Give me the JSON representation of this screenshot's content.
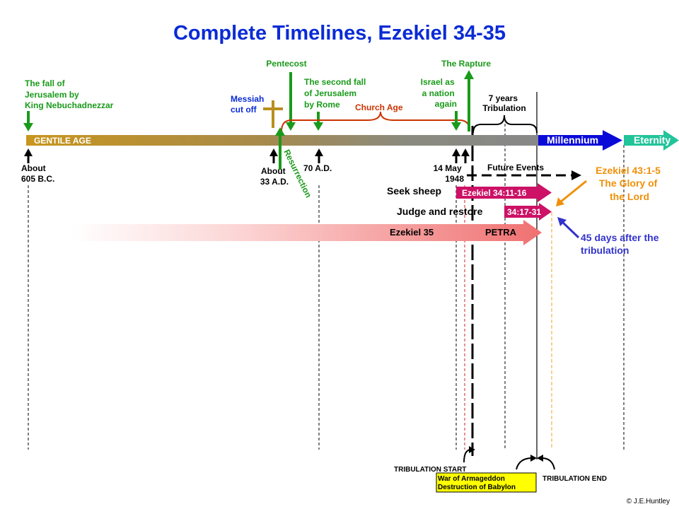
{
  "title": "Complete Timelines, Ezekiel 34-35",
  "colors": {
    "title": "#0a2bd6",
    "green": "#1a9a1a",
    "gentile": "#c8961e",
    "gray": "#888888",
    "church": "#cc3300",
    "millennium": "#0a0ad8",
    "eternity": "#22c49a",
    "magenta": "#cc1166",
    "pink": "#f07878",
    "orange": "#f0900a",
    "blue_note": "#3333cc",
    "yellow_box": "#ffff00"
  },
  "labels": {
    "fall_jerusalem": [
      "The fall of",
      "Jerusalem by",
      "King Nebuchadnezzar"
    ],
    "messiah": [
      "Messiah",
      "cut off"
    ],
    "pentecost": "Pentecost",
    "second_fall": [
      "The second fall",
      "of Jerusalem",
      "by Rome"
    ],
    "church_age": "Church Age",
    "israel": [
      "Israel as",
      "a nation",
      "again"
    ],
    "rapture": "The Rapture",
    "tribulation": [
      "7 years",
      "Tribulation"
    ],
    "gentile_age": "GENTILE AGE",
    "millennium": "Millennium",
    "eternity": "Eternity",
    "about_605": [
      "About",
      "605 B.C."
    ],
    "about_33": [
      "About",
      "33 A.D."
    ],
    "resurrection": "Resurrection",
    "ad70": "70 A.D.",
    "may1948": [
      "14 May",
      "1948"
    ],
    "future_events": "Future Events",
    "seek_sheep": "Seek sheep",
    "ez34_11": "Ezekiel 34:11-16",
    "judge_restore": "Judge and restore",
    "ez34_17": "34:17-31",
    "ez35": "Ezekiel 35",
    "petra": "PETRA",
    "ez43": [
      "Ezekiel 43:1-5",
      "The Glory of",
      "the Lord"
    ],
    "days45": [
      "45 days after the",
      "tribulation"
    ],
    "trib_start": "TRIBULATION START",
    "armageddon": [
      "War of Armageddon",
      "Destruction of Babylon"
    ],
    "trib_end": "TRIBULATION END",
    "copyright": "© J.E.Huntley"
  }
}
